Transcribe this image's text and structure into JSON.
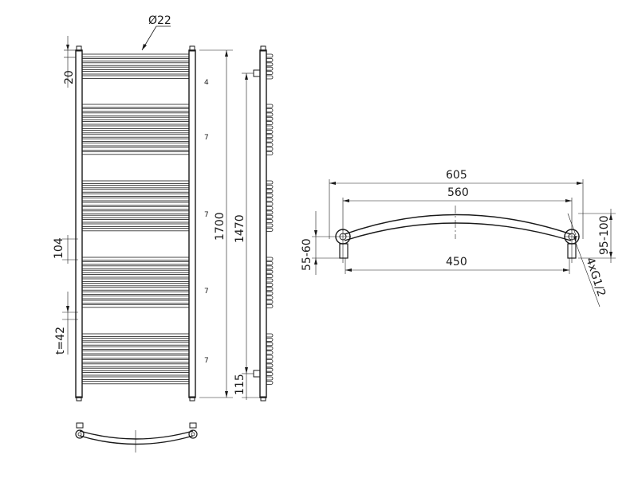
{
  "front_view": {
    "pipe_diameter": "Ø22",
    "top_offset": "20",
    "overall_height": "1700",
    "connection_spacing": "1470",
    "gap_height": "104",
    "tube_pitch": "t=42",
    "bottom_offset": "115",
    "section_counts": [
      "4",
      "7",
      "7",
      "7",
      "7"
    ]
  },
  "top_view": {
    "overall_width": "605",
    "axis_width": "560",
    "connection_width": "450",
    "depth_small": "55-60",
    "depth_large": "95-100",
    "thread_spec": "4xG1/2"
  }
}
